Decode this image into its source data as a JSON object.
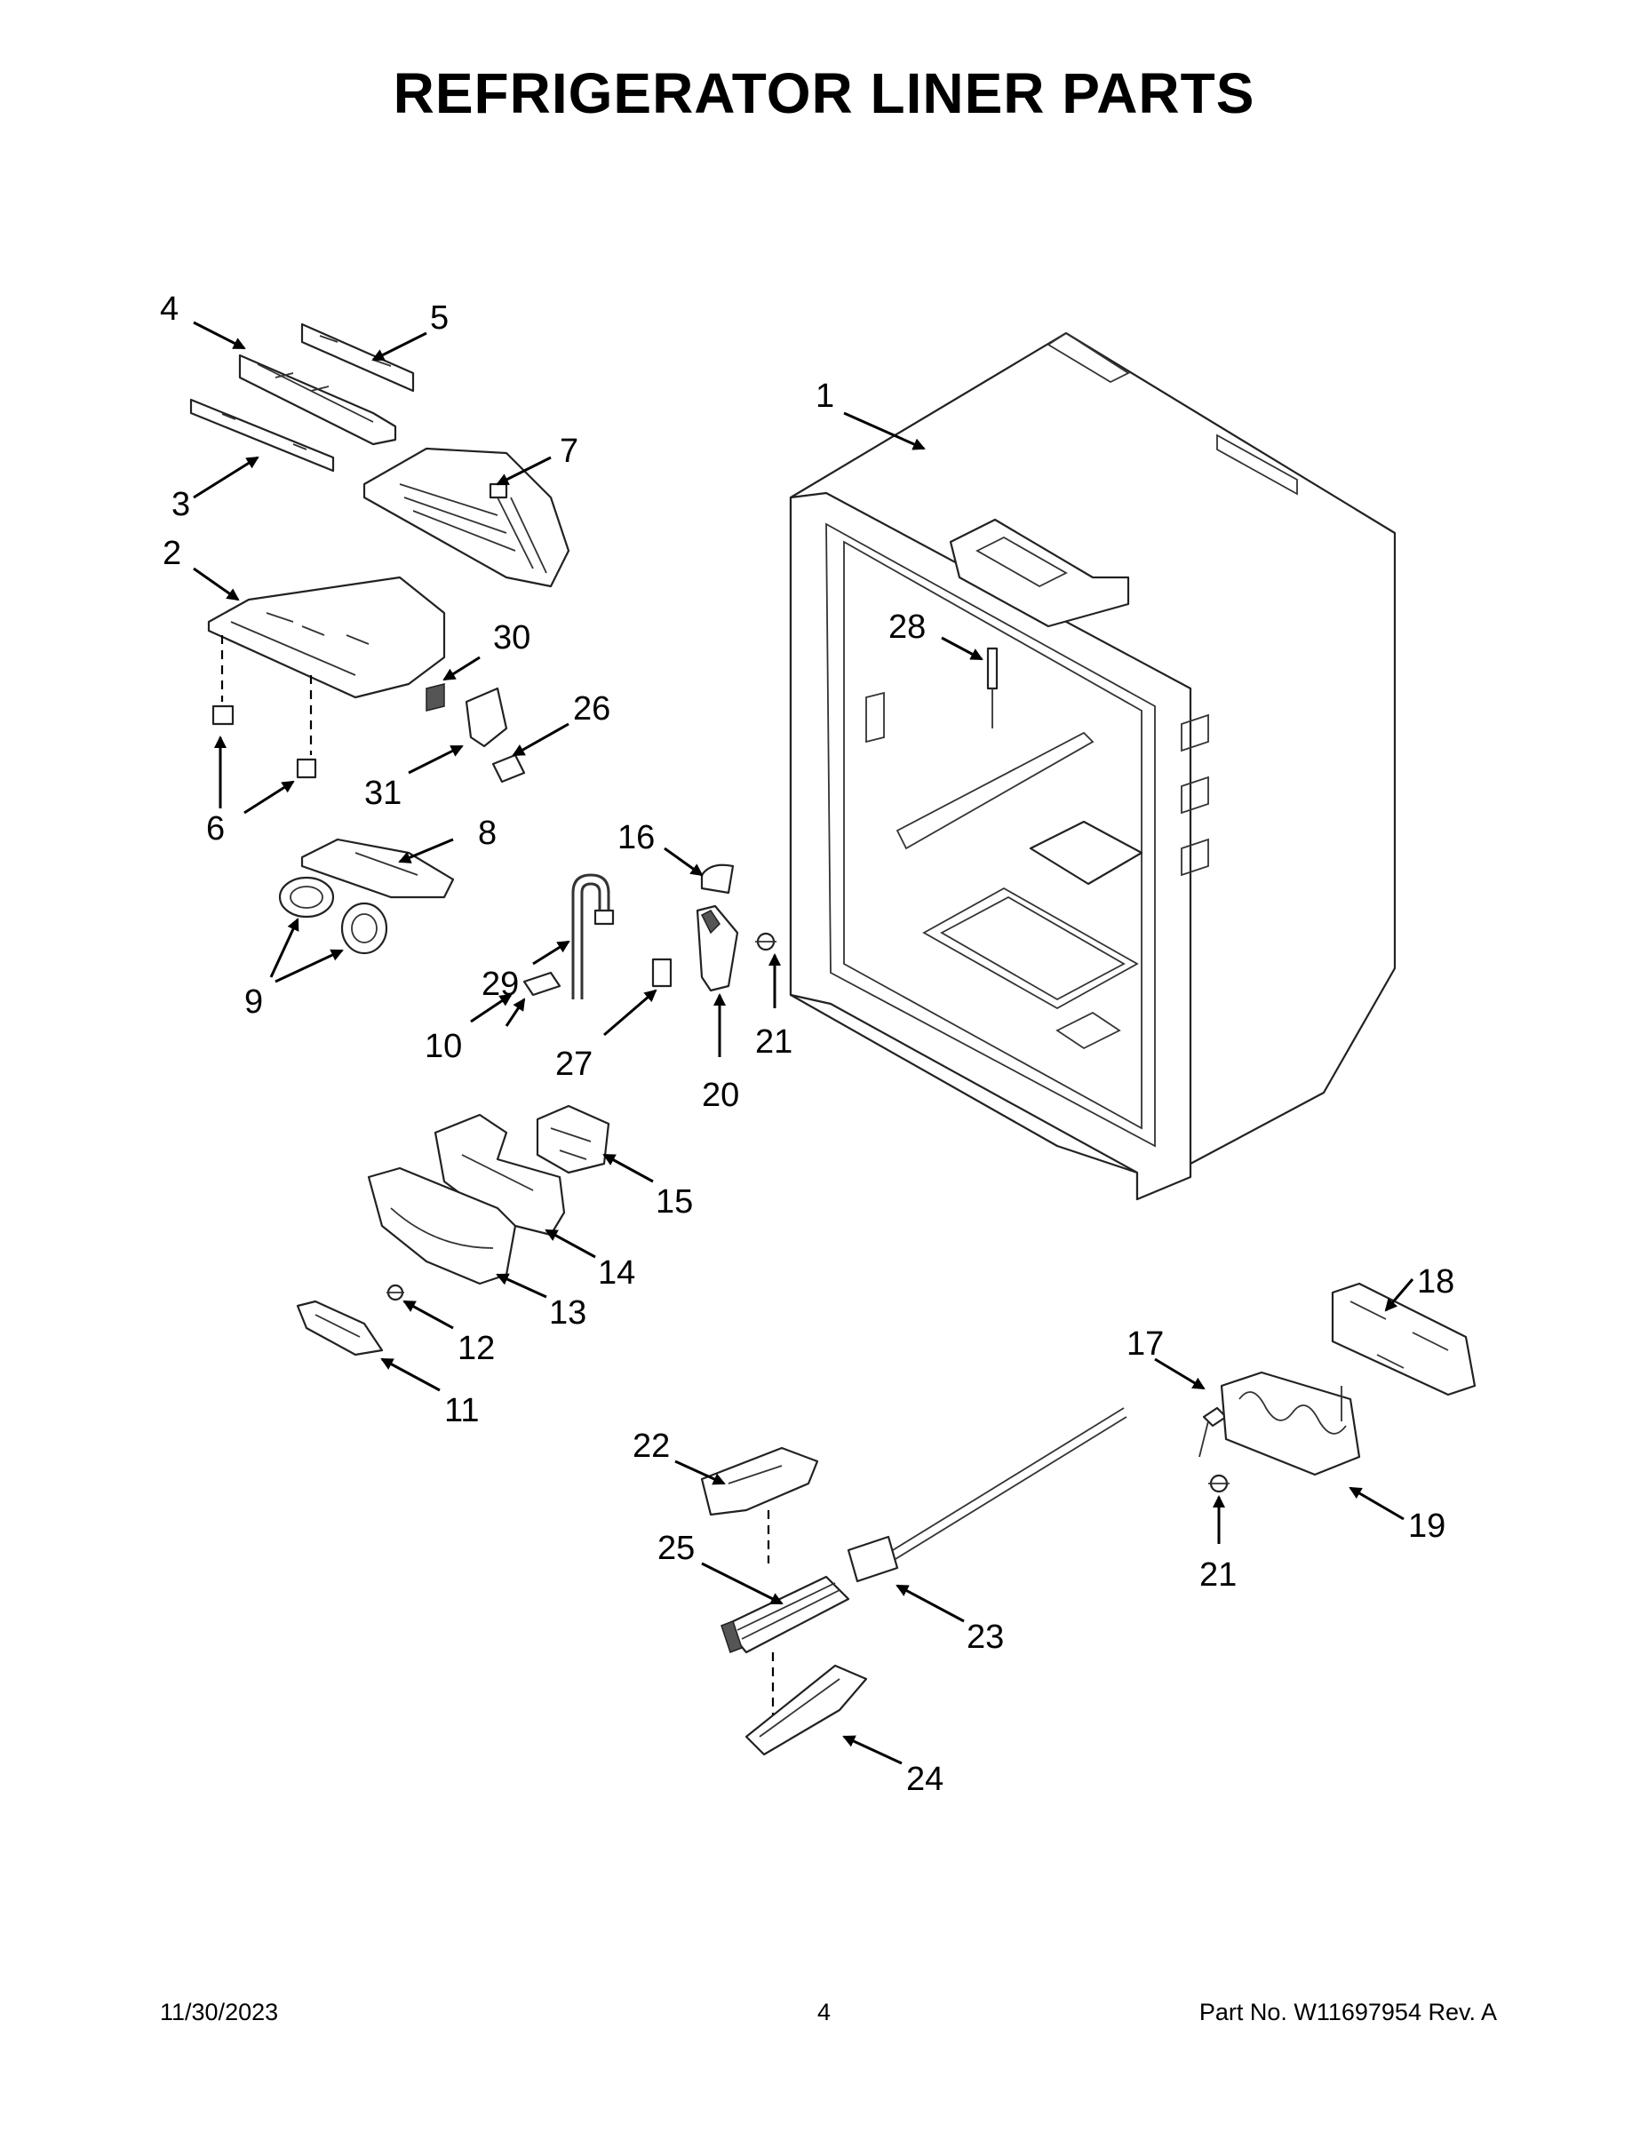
{
  "title": "REFRIGERATOR LINER PARTS",
  "callouts": {
    "c1": "1",
    "c2": "2",
    "c3": "3",
    "c4": "4",
    "c5": "5",
    "c6": "6",
    "c7": "7",
    "c8": "8",
    "c9": "9",
    "c10": "10",
    "c11": "11",
    "c12": "12",
    "c13": "13",
    "c14": "14",
    "c15": "15",
    "c16": "16",
    "c17": "17",
    "c18": "18",
    "c19": "19",
    "c20": "20",
    "c21a": "21",
    "c21b": "21",
    "c22": "22",
    "c23": "23",
    "c24": "24",
    "c25": "25",
    "c26": "26",
    "c27": "27",
    "c28": "28",
    "c29": "29",
    "c30": "30",
    "c31": "31"
  },
  "footer": {
    "date": "11/30/2023",
    "page": "4",
    "part_no": "Part No.  W11697954  Rev.  A"
  }
}
